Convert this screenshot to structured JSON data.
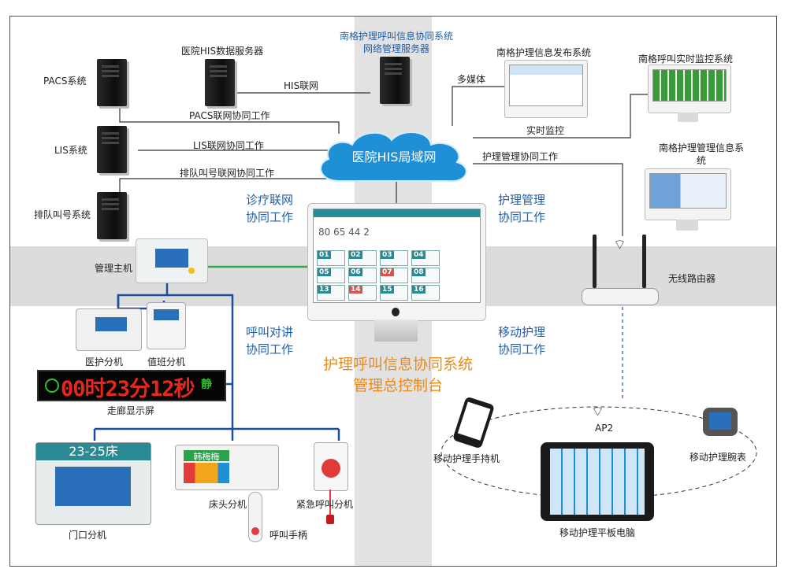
{
  "nodes": {
    "pacs": "PACS系统",
    "his_server": "医院HIS数据服务器",
    "mgmt_server": "南格护理呼叫信息协同系统网络管理服务器",
    "publish": "南格护理信息发布系统",
    "realtime_monitor": "南格呼叫实时监控系统",
    "lis": "LIS系统",
    "queue": "排队叫号系统",
    "cloud": "医院HIS局域网",
    "nursing_mgmt": "南格护理管理信息系统",
    "host": "管理主机",
    "router": "无线路由器",
    "medical_ext": "医护分机",
    "duty_ext": "值班分机",
    "corridor": "走廊显示屏",
    "door": "门口分机",
    "bedhead": "床头分机",
    "emergency": "紧急呼叫分机",
    "handle": "呼叫手柄",
    "ap": "AP2",
    "handheld": "移动护理手持机",
    "watch": "移动护理腕表",
    "tablet": "移动护理平板电脑",
    "console": "护理呼叫信息协同系统管理总控制台"
  },
  "links": {
    "his_net": "HIS联网",
    "pacs_coop": "PACS联网协同工作",
    "lis_coop": "LIS联网协同工作",
    "queue_coop": "排队叫号联网协同工作",
    "multimedia": "多媒体",
    "realtime": "实时监控",
    "nursing_coop": "护理管理协同工作"
  },
  "zones": {
    "clinic": "诊疗联网协同工作",
    "nursing": "护理管理协同工作",
    "intercom": "呼叫对讲协同工作",
    "mobile": "移动护理协同工作"
  },
  "devices": {
    "led_text": "00时23分12秒",
    "led_mode": "静",
    "door_title": "23-25床",
    "bed_name": "韩梅梅"
  },
  "colors": {
    "blue": "#1f5fa8",
    "orange": "#ec8a17",
    "cloud": "#1f8fd6",
    "green_line": "#2ea84a",
    "led_red": "#e6271c"
  }
}
